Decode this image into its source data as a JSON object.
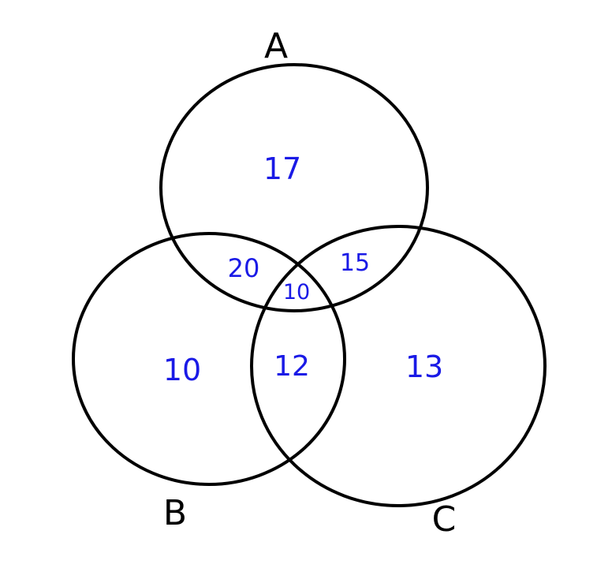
{
  "colors": {
    "outline": "#000000",
    "count_text": "#1a1ae6"
  },
  "sets": {
    "a": {
      "label": "A"
    },
    "b": {
      "label": "B"
    },
    "c": {
      "label": "C"
    }
  },
  "regions": {
    "only_a": "17",
    "only_b": "10",
    "only_c": "13",
    "a_and_b": "20",
    "a_and_c": "15",
    "b_and_c": "12",
    "a_b_and_c": "10"
  }
}
